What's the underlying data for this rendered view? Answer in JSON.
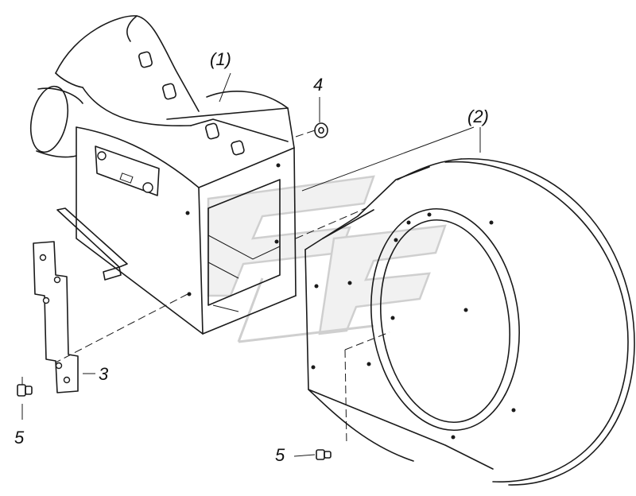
{
  "callouts": {
    "assembly_1": "(1)",
    "assembly_2": "(2)",
    "part_3": "3",
    "part_4": "4",
    "part_5_left": "5",
    "part_5_bottom": "5"
  }
}
